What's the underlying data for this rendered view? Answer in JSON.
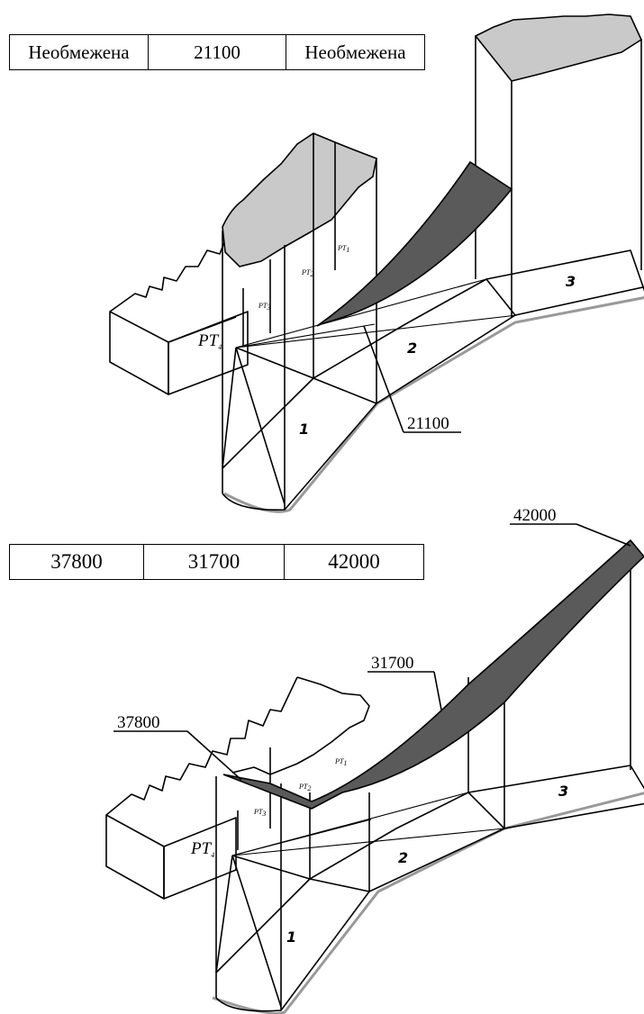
{
  "top_panel": {
    "table": [
      "Необмежена",
      "21100",
      "Необмежена"
    ],
    "callouts": [
      "21100"
    ],
    "sections": [
      "1",
      "2",
      "3"
    ],
    "points": [
      "PT",
      "1",
      "PT",
      "2",
      "PT",
      "3",
      "PT",
      "4"
    ]
  },
  "bottom_panel": {
    "table": [
      "37800",
      "31700",
      "42000"
    ],
    "callouts": [
      "37800",
      "31700",
      "42000"
    ],
    "sections": [
      "1",
      "2",
      "3"
    ],
    "points": [
      "PT",
      "1",
      "PT",
      "2",
      "PT",
      "3",
      "PT",
      "4"
    ]
  },
  "colors": {
    "rock_fill": "#c9c9c9",
    "cut_fill": "#5a5a5a",
    "line": "#000000"
  }
}
